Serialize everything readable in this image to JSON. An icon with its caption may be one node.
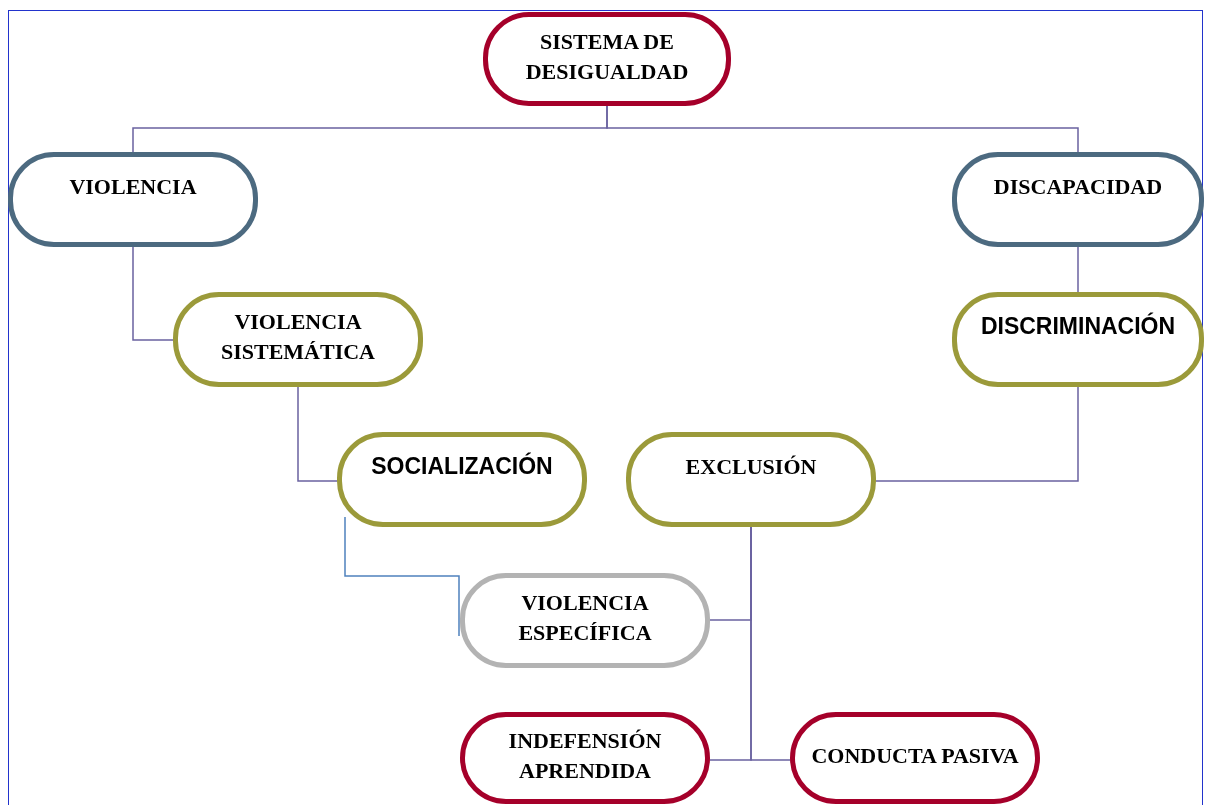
{
  "diagram": {
    "nodes": [
      {
        "text": [
          "SISTEMA DE DESIGUALDAD"
        ]
      },
      {
        "text": [
          "VIOLENCIA"
        ]
      },
      {
        "text": [
          "DISCAPACIDAD"
        ]
      },
      {
        "text": [
          "VIOLENCIA SISTEMÁTICA"
        ]
      },
      {
        "text": [
          "DISCRIMINACIÓN"
        ]
      },
      {
        "text": [
          "SOCIALIZACIÓN"
        ]
      },
      {
        "text": [
          "EXCLUSIÓN"
        ]
      },
      {
        "text": [
          "VIOLENCIA ESPECÍFICA"
        ]
      },
      {
        "text": [
          "INDEFENSIÓN APRENDIDA"
        ]
      },
      {
        "text": [
          "CONDUCTA PASIVA"
        ]
      }
    ],
    "edges": [
      {
        "from": 0,
        "to": 1,
        "arrow": "none"
      },
      {
        "from": 0,
        "to": 2,
        "arrow": "none"
      },
      {
        "from": 1,
        "to": 3,
        "arrow": "none"
      },
      {
        "from": 3,
        "to": 5,
        "arrow": "none"
      },
      {
        "from": 2,
        "to": 4,
        "arrow": "none"
      },
      {
        "from": 4,
        "to": 6,
        "arrow": "none"
      },
      {
        "from": 5,
        "to": 7,
        "arrow": "none",
        "color": "#4f81bd"
      },
      {
        "from": 6,
        "to": 7,
        "arrow": "none"
      },
      {
        "from": 6,
        "to": 8,
        "arrow": "none"
      },
      {
        "from": 6,
        "to": 9,
        "arrow": "none"
      }
    ]
  }
}
